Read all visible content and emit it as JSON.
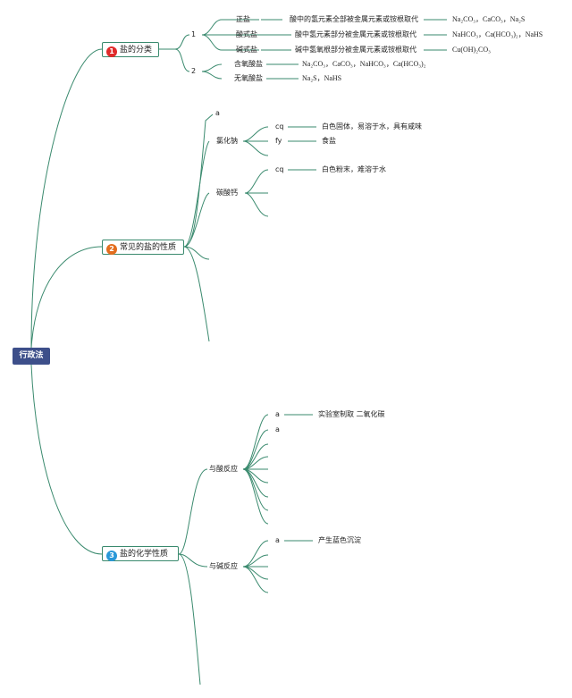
{
  "root": "行政法",
  "colors": {
    "line": "#3a8a6e",
    "root_bg": "#3d4f8a",
    "badge1": "#e02a2a",
    "badge2": "#e36d1e",
    "badge3": "#2a98d8"
  },
  "t1": {
    "num": "1",
    "label": "盐的分类",
    "g1": "1",
    "g2": "2",
    "zheng": "正盐",
    "zheng_def": "酸中的氢元素全部被金属元素或铵根取代",
    "zheng_ex": "Na₂CO₃，CaCO₃，Na₂S",
    "suan": "酸式盐",
    "suan_def": "酸中氢元素部分被金属元素或铵根取代",
    "suan_ex": "NaHCO₃，Ca(HCO₃)₂，NaHS",
    "jian": "碱式盐",
    "jian_def": "碱中氢氧根部分被金属元素或铵根取代",
    "jian_ex": "Cu(OH)₂CO₃",
    "hanyang": "含氧酸盐",
    "hanyang_ex": "Na₂CO₃，CaCO₃，NaHCO₃，Ca(HCO₃)₂",
    "wuyang": "无氧酸盐",
    "wuyang_ex": "Na₂S，NaHS"
  },
  "t2": {
    "num": "2",
    "label": "常见的盐的性质",
    "a": "a",
    "nacl": "氯化钠",
    "nacl_cq": "cq",
    "nacl_cq_text": "白色固体，易溶于水，具有咸味",
    "nacl_fy": "fy",
    "nacl_fy_text": "食盐",
    "caco3": "碳酸钙",
    "caco3_cq": "cq",
    "caco3_cq_text": "白色粉末，难溶于水"
  },
  "t3": {
    "num": "3",
    "label": "盐的化学性质",
    "acid": "与酸反应",
    "acid_a1": "a",
    "acid_a1_text": "实验室制取 二氧化碳",
    "acid_a2": "a",
    "base": "与碱反应",
    "base_a1": "a",
    "base_a1_text": "产生蓝色沉淀"
  }
}
